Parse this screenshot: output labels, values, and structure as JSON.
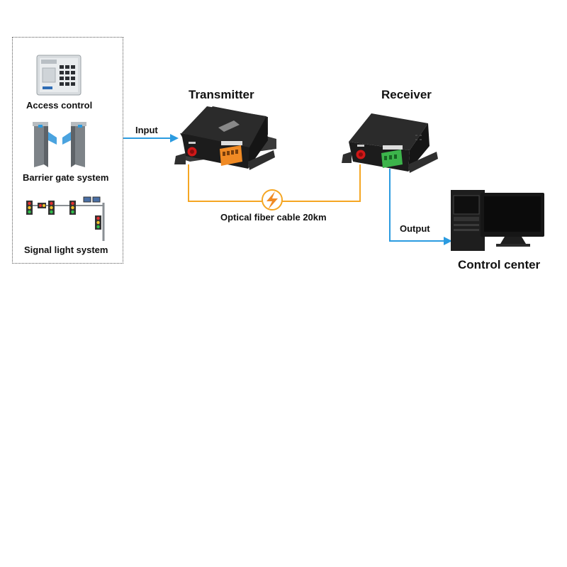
{
  "sources": {
    "access_control": "Access control",
    "barrier_gate": "Barrier gate system",
    "signal_light": "Signal light system"
  },
  "links": {
    "input": "Input",
    "fiber": "Optical fiber cable 20km",
    "output": "Output"
  },
  "devices": {
    "transmitter": "Transmitter",
    "receiver": "Receiver",
    "control_center": "Control center"
  },
  "colors": {
    "signal_line": "#2b9be0",
    "fiber_line": "#f5a623",
    "device_body": "#1e1e1e",
    "tx_terminal": "#f08a24",
    "rx_terminal": "#3cb44b",
    "connector": "#d01818"
  },
  "icons": {
    "access": "keypad-icon",
    "gate": "turnstile-icon",
    "lights": "traffic-light-icon",
    "fiber": "lightning-icon",
    "center": "computer-icon"
  }
}
